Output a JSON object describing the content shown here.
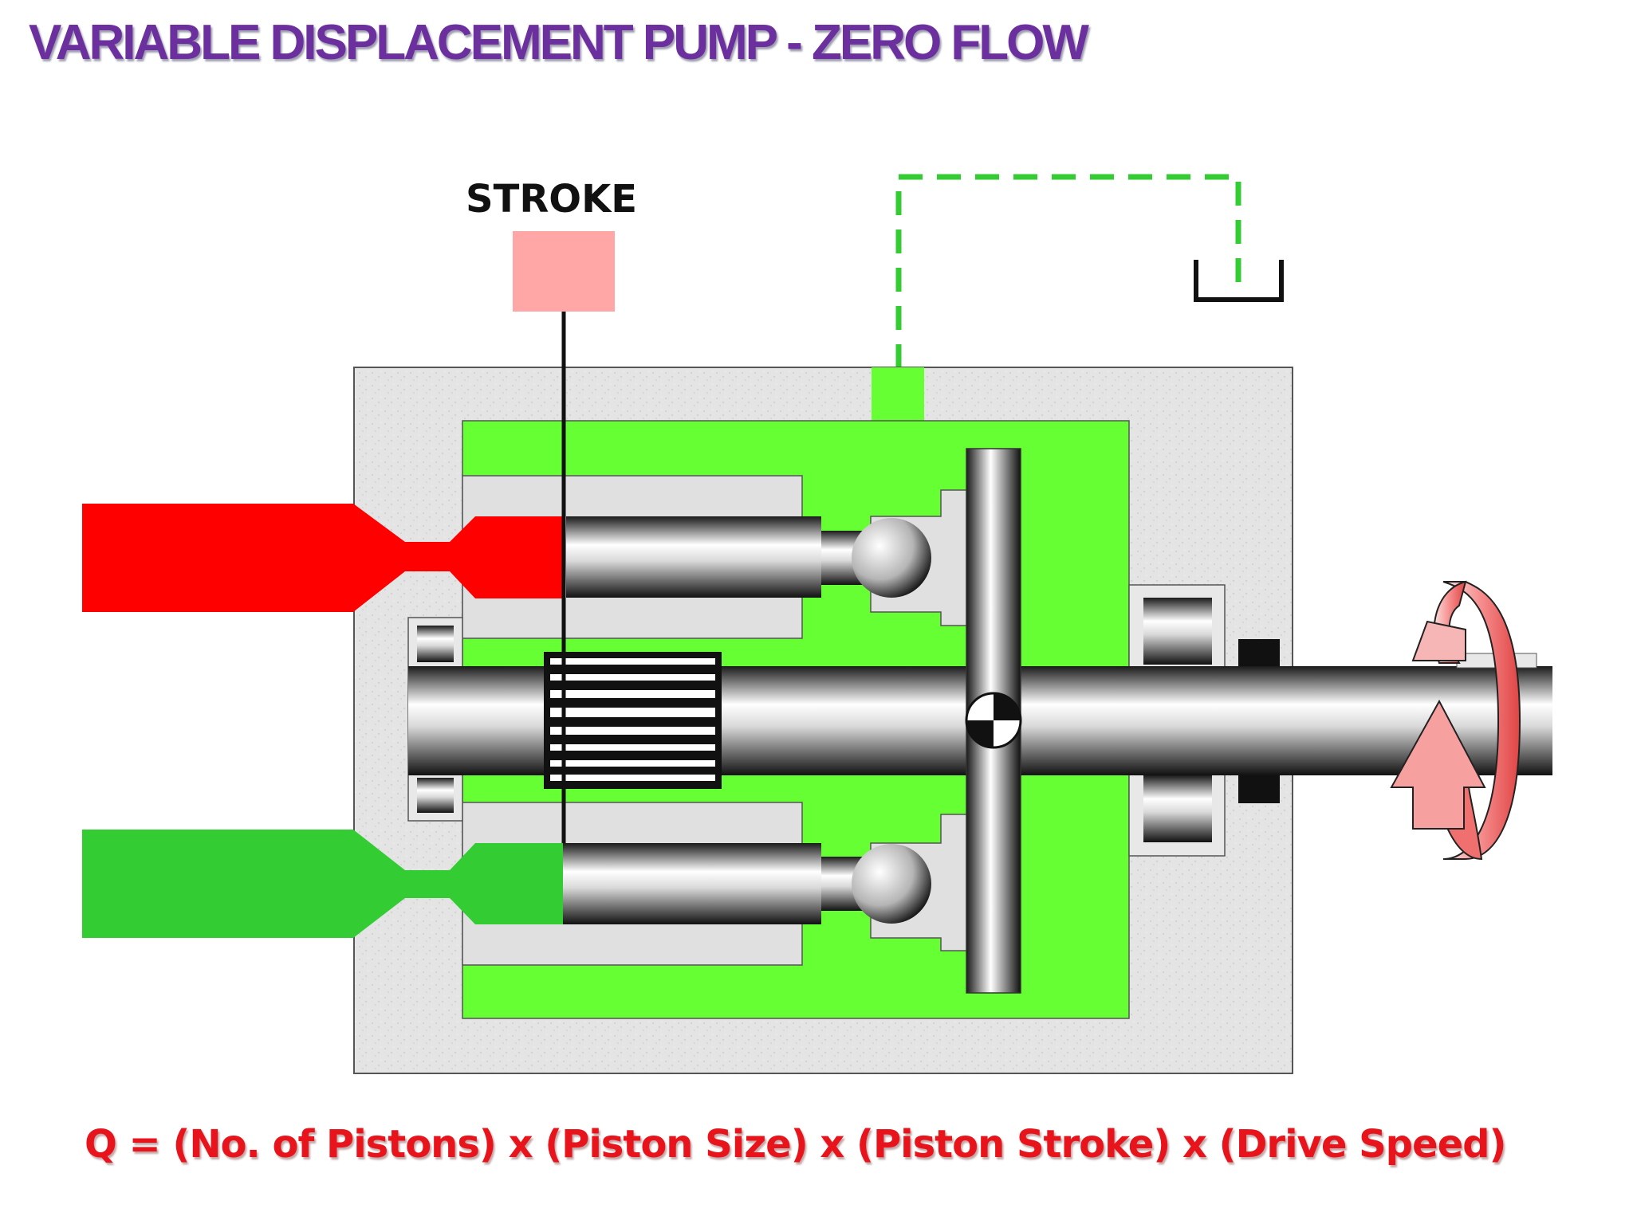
{
  "title": "VARIABLE DISPLACEMENT PUMP - ZERO FLOW",
  "stroke_label": "STROKE",
  "formula": "Q = (No. of Pistons) x (Piston Size) x (Piston Stroke) x (Drive Speed)",
  "colors": {
    "title": "#6b2f9e",
    "pressure_line": "#ff0000",
    "suction_line": "#33cc33",
    "case_oil": "#66ff33",
    "stroke_control": "#ffa6a6",
    "drain_line": "#33cc33",
    "housing": "#e6e6e6",
    "rotation_arrow": "#f07070",
    "formula": "#e8141b"
  },
  "icons": {
    "rotation": "curved-rotation-arrow-icon",
    "tank": "tank-symbol-icon",
    "center_mark": "center-of-rotation-icon"
  }
}
